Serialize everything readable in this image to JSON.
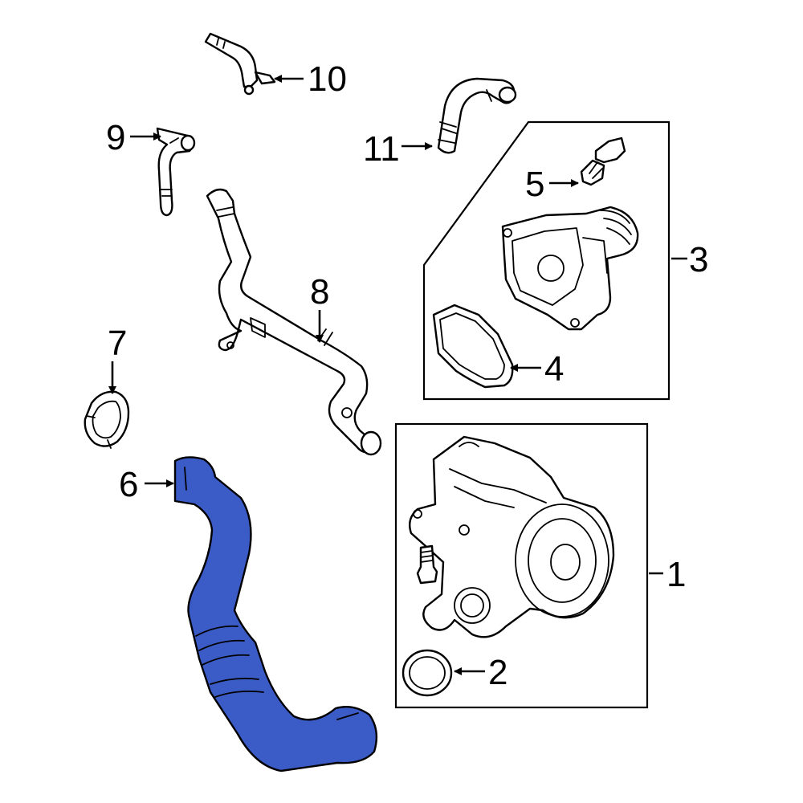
{
  "callouts": {
    "c1": "1",
    "c2": "2",
    "c3": "3",
    "c4": "4",
    "c5": "5",
    "c6": "6",
    "c7": "7",
    "c8": "8",
    "c9": "9",
    "c10": "10",
    "c11": "11"
  },
  "colors": {
    "highlight": "#3B5BC6",
    "line": "#000000",
    "background": "#FFFFFF"
  }
}
